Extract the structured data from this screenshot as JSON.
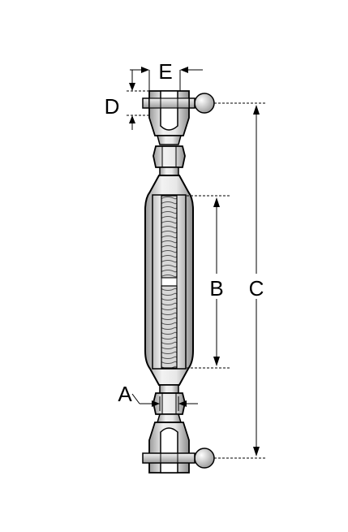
{
  "diagram": {
    "labels": {
      "a": "A",
      "b": "B",
      "c": "C",
      "d": "D",
      "e": "E"
    },
    "colors": {
      "line": "#000000",
      "background": "#ffffff",
      "metal_light": "#f4f4f4",
      "metal_mid": "#cfcfcf",
      "metal_dark": "#8a8a8a"
    }
  }
}
